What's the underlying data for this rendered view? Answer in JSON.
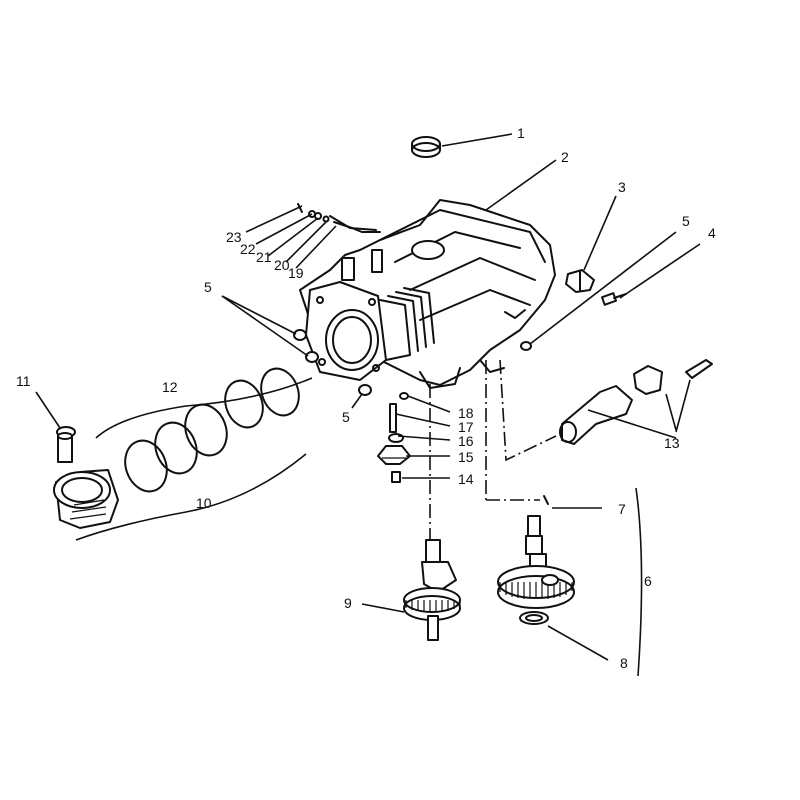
{
  "callouts": {
    "c1": "1",
    "c2": "2",
    "c3": "3",
    "c4": "4",
    "c5a": "5",
    "c5b": "5",
    "c5c": "5",
    "c6": "6",
    "c7": "7",
    "c8": "8",
    "c9": "9",
    "c10": "10",
    "c11": "11",
    "c12": "12",
    "c13": "13",
    "c14": "14",
    "c15": "15",
    "c16": "16",
    "c17": "17",
    "c18": "18",
    "c19": "19",
    "c20": "20",
    "c21": "21",
    "c22": "22",
    "c23": "23"
  },
  "icons": {
    "crankcase": "engine-block-icon",
    "piston": "piston-icon",
    "crankshaft": "crankshaft-icon",
    "camshaft": "camshaft-icon"
  },
  "colors": {
    "ink": "#111111",
    "paper": "#ffffff"
  }
}
